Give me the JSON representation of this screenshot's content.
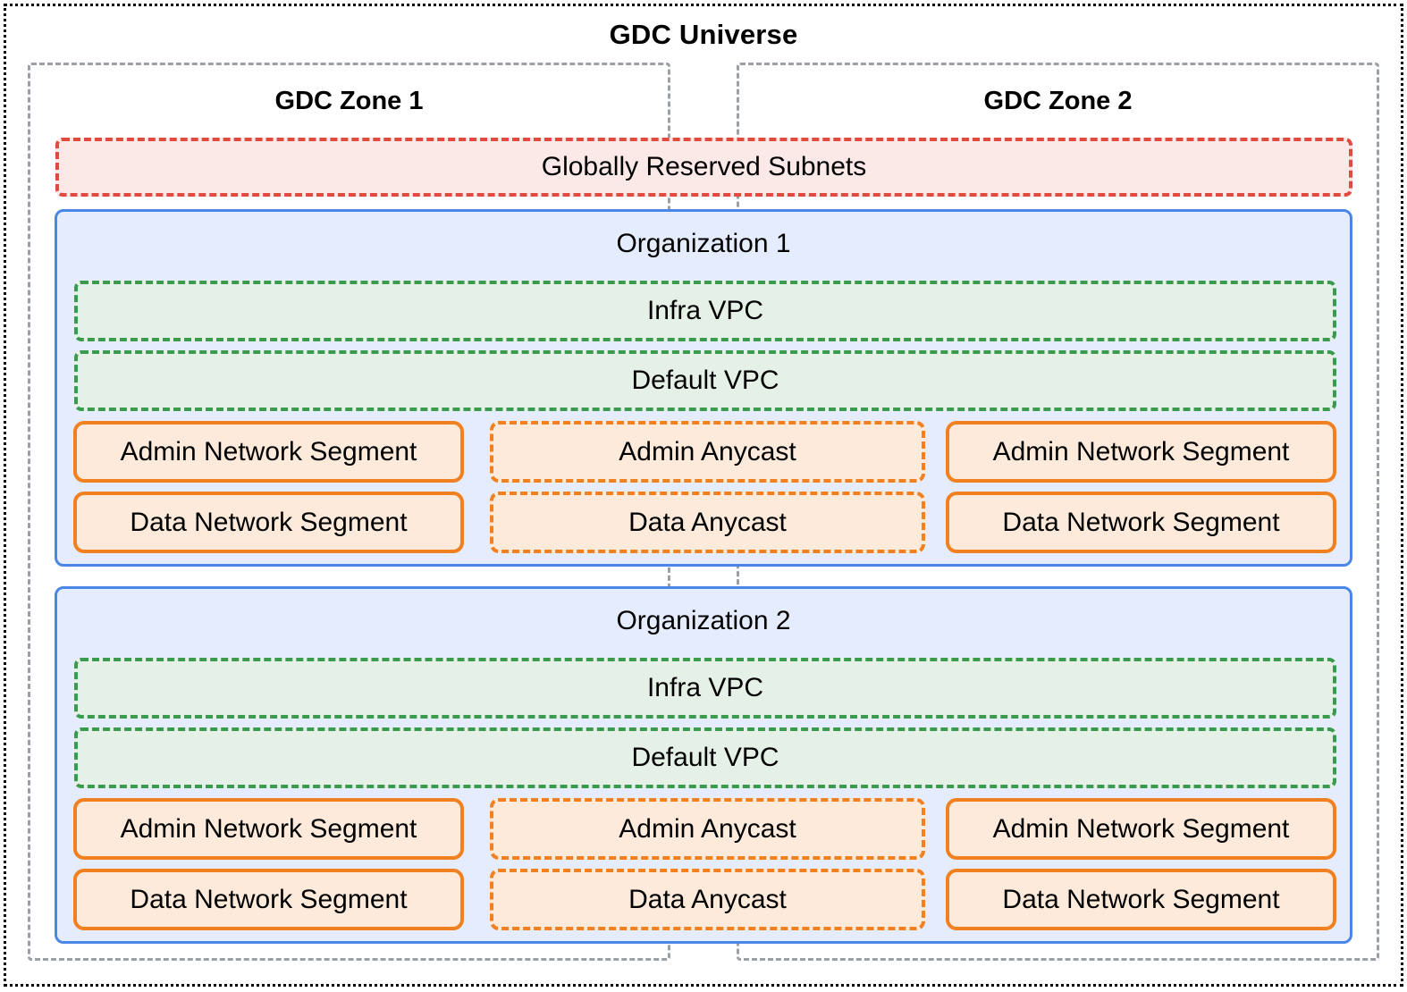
{
  "diagram": {
    "title": "GDC Universe",
    "zones": [
      {
        "label": "GDC Zone 1"
      },
      {
        "label": "GDC Zone 2"
      }
    ],
    "global_band": {
      "label": "Globally Reserved Subnets"
    },
    "organizations": [
      {
        "label": "Organization 1",
        "vpcs": [
          {
            "label": "Infra VPC"
          },
          {
            "label": "Default VPC"
          }
        ],
        "zone1_segments": [
          {
            "label": "Admin Network Segment"
          },
          {
            "label": "Data Network Segment"
          }
        ],
        "anycast": [
          {
            "label": "Admin Anycast"
          },
          {
            "label": "Data Anycast"
          }
        ],
        "zone2_segments": [
          {
            "label": "Admin Network Segment"
          },
          {
            "label": "Data Network Segment"
          }
        ]
      },
      {
        "label": "Organization 2",
        "vpcs": [
          {
            "label": "Infra VPC"
          },
          {
            "label": "Default VPC"
          }
        ],
        "zone1_segments": [
          {
            "label": "Admin Network Segment"
          },
          {
            "label": "Data Network Segment"
          }
        ],
        "anycast": [
          {
            "label": "Admin Anycast"
          },
          {
            "label": "Data Anycast"
          }
        ],
        "zone2_segments": [
          {
            "label": "Admin Network Segment"
          },
          {
            "label": "Data Network Segment"
          }
        ]
      }
    ],
    "colors": {
      "universe_border": "#000000",
      "zone_border": "#9aa0a6",
      "reserved_border": "#e04a3f",
      "reserved_fill": "#fbe9e8",
      "org_border": "#4a86e8",
      "org_fill": "#e5ecfd",
      "vpc_border": "#3a9b4e",
      "vpc_fill": "#e5f1e7",
      "segment_border": "#f08020",
      "segment_fill": "#fdeada"
    }
  }
}
